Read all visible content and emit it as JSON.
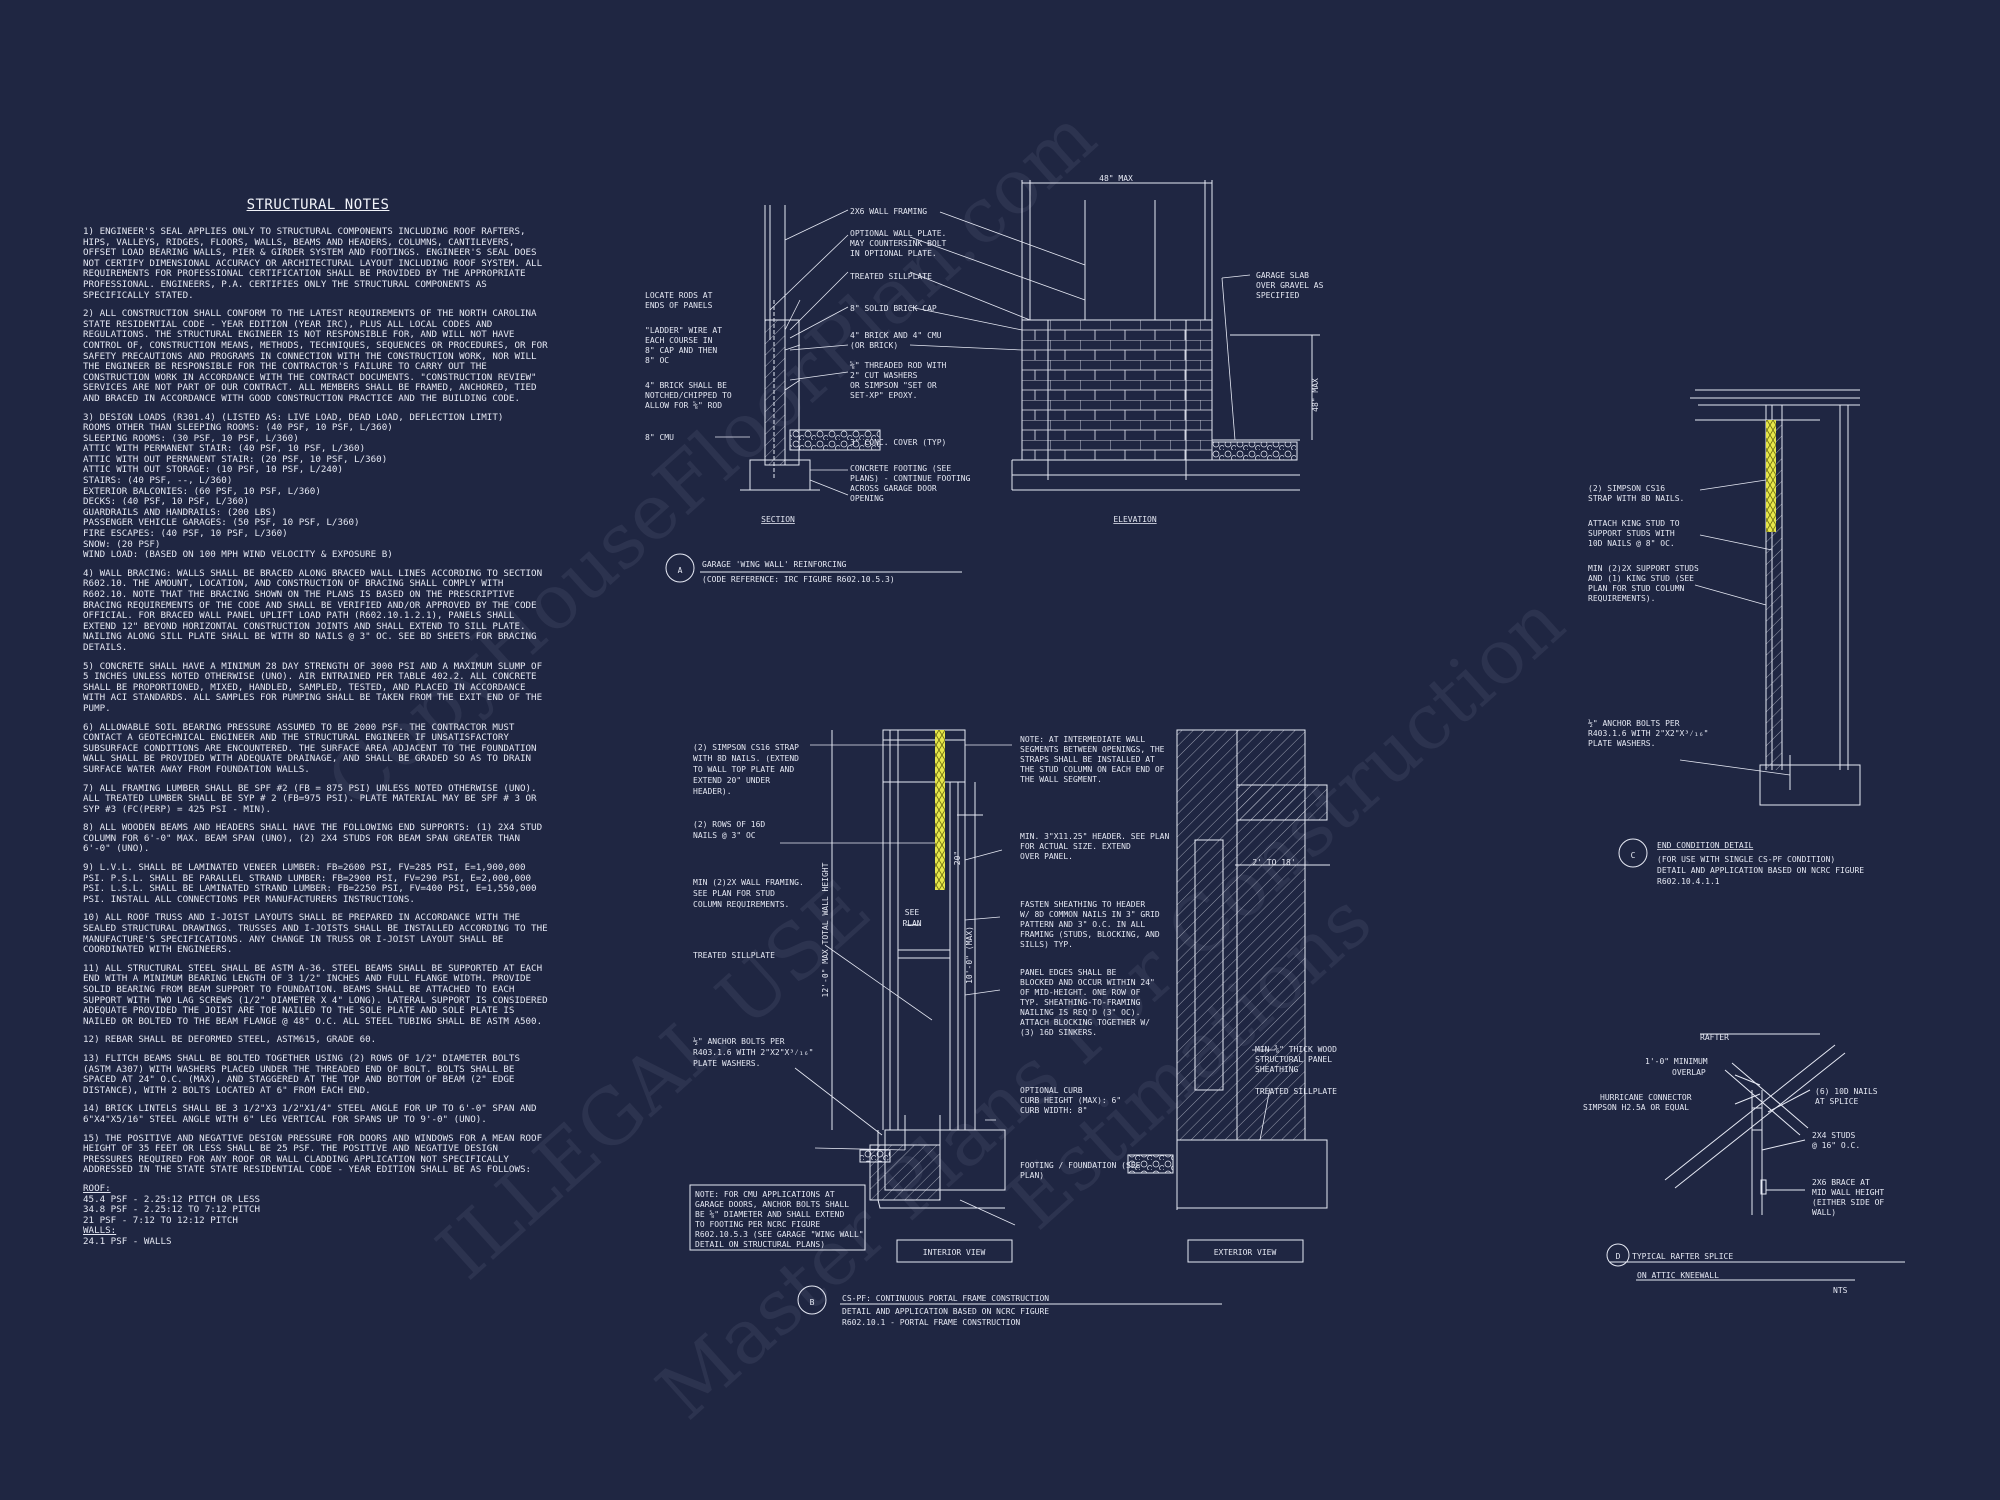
{
  "colors": {
    "background": "#1f2642",
    "line": "#e6e9f4",
    "highlight": "#e6e64a",
    "watermark": "rgba(210,215,235,0.075)"
  },
  "watermarks": [
    "CopyHouseFloorPlan.com",
    "ILLEGAL USE",
    "Master Plans For Construction",
    "Estimations"
  ],
  "notes": {
    "title": "STRUCTURAL NOTES",
    "items": [
      "1) ENGINEER'S SEAL APPLIES ONLY TO STRUCTURAL COMPONENTS INCLUDING ROOF RAFTERS, HIPS, VALLEYS, RIDGES, FLOORS, WALLS, BEAMS AND HEADERS, COLUMNS, CANTILEVERS, OFFSET LOAD BEARING WALLS, PIER & GIRDER SYSTEM AND FOOTINGS. ENGINEER'S SEAL DOES NOT CERTIFY DIMENSIONAL ACCURACY OR ARCHITECTURAL LAYOUT INCLUDING ROOF SYSTEM. ALL REQUIREMENTS FOR PROFESSIONAL CERTIFICATION SHALL BE PROVIDED BY THE APPROPRIATE PROFESSIONAL. ENGINEERS, P.A. CERTIFIES ONLY THE STRUCTURAL COMPONENTS AS SPECIFICALLY STATED.",
      "2) ALL CONSTRUCTION SHALL CONFORM TO THE LATEST REQUIREMENTS OF THE NORTH CAROLINA STATE RESIDENTIAL CODE - YEAR EDITION (YEAR IRC), PLUS ALL LOCAL CODES AND REGULATIONS. THE STRUCTURAL ENGINEER IS NOT RESPONSIBLE FOR, AND WILL NOT HAVE CONTROL OF, CONSTRUCTION MEANS, METHODS, TECHNIQUES, SEQUENCES OR PROCEDURES, OR FOR SAFETY PRECAUTIONS AND PROGRAMS IN CONNECTION WITH THE CONSTRUCTION WORK, NOR WILL THE ENGINEER BE RESPONSIBLE FOR THE CONTRACTOR'S FAILURE TO CARRY OUT THE CONSTRUCTION WORK IN ACCORDANCE WITH THE CONTRACT DOCUMENTS. \"CONSTRUCTION REVIEW\" SERVICES ARE NOT PART OF OUR CONTRACT. ALL MEMBERS SHALL BE FRAMED, ANCHORED, TIED AND BRACED IN ACCORDANCE WITH GOOD CONSTRUCTION PRACTICE AND THE BUILDING CODE.",
      "3) DESIGN LOADS (R301.4) (LISTED AS: LIVE LOAD, DEAD LOAD, DEFLECTION LIMIT)\nROOMS OTHER THAN SLEEPING ROOMS: (40 PSF, 10 PSF, L/360)\nSLEEPING ROOMS: (30 PSF, 10 PSF, L/360)\nATTIC WITH PERMANENT STAIR: (40 PSF, 10 PSF, L/360)\nATTIC WITH OUT PERMANENT STAIR: (20 PSF, 10 PSF, L/360)\nATTIC WITH OUT STORAGE: (10 PSF, 10 PSF, L/240)\nSTAIRS: (40 PSF, --, L/360)\nEXTERIOR BALCONIES: (60 PSF, 10 PSF, L/360)\nDECKS: (40 PSF, 10 PSF, L/360)\nGUARDRAILS AND HANDRAILS: (200 LBS)\nPASSENGER VEHICLE GARAGES: (50 PSF, 10 PSF, L/360)\nFIRE ESCAPES: (40 PSF, 10 PSF, L/360)\nSNOW: (20       PSF)\nWIND LOAD: (BASED ON 100 MPH WIND VELOCITY & EXPOSURE B)",
      "4) WALL BRACING: WALLS SHALL BE BRACED ALONG BRACED WALL LINES ACCORDING TO SECTION R602.10. THE AMOUNT, LOCATION, AND CONSTRUCTION OF BRACING SHALL COMPLY WITH R602.10. NOTE THAT THE BRACING SHOWN ON THE PLANS IS BASED ON THE PRESCRIPTIVE BRACING REQUIREMENTS OF THE CODE AND SHALL BE VERIFIED AND/OR APPROVED BY THE CODE OFFICIAL. FOR BRACED WALL PANEL UPLIFT LOAD PATH (R602.10.1.2.1), PANELS SHALL EXTEND 12\" BEYOND HORIZONTAL CONSTRUCTION JOINTS AND SHALL EXTEND TO SILL PLATE. NAILING ALONG SILL PLATE SHALL BE WITH 8d NAILS @ 3\" OC. SEE BD SHEETS FOR BRACING DETAILS.",
      "5) CONCRETE SHALL HAVE A MINIMUM 28 DAY STRENGTH OF 3000 PSI AND A MAXIMUM SLUMP OF 5 INCHES UNLESS NOTED OTHERWISE (UNO). AIR ENTRAINED PER TABLE 402.2. ALL CONCRETE SHALL BE PROPORTIONED, MIXED, HANDLED, SAMPLED, TESTED, AND PLACED IN ACCORDANCE WITH ACI STANDARDS. ALL SAMPLES FOR PUMPING SHALL BE TAKEN FROM THE EXIT END OF THE PUMP.",
      "6) ALLOWABLE SOIL BEARING PRESSURE ASSUMED TO BE 2000 PSF. THE CONTRACTOR MUST CONTACT A GEOTECHNICAL ENGINEER AND THE STRUCTURAL ENGINEER IF UNSATISFACTORY SUBSURFACE CONDITIONS ARE ENCOUNTERED. THE SURFACE AREA ADJACENT TO THE FOUNDATION WALL SHALL BE PROVIDED WITH ADEQUATE DRAINAGE, AND SHALL BE GRADED SO AS TO DRAIN SURFACE WATER AWAY FROM FOUNDATION WALLS.",
      "7) ALL FRAMING LUMBER SHALL BE SPF #2 (Fb = 875 PSI) UNLESS NOTED OTHERWISE (UNO). ALL TREATED LUMBER SHALL BE SYP # 2 (Fb=975 PSI). PLATE MATERIAL MAY BE SPF # 3 OR SYP #3 (Fc(perp) = 425 PSI - MIN).",
      "8) ALL WOODEN BEAMS AND HEADERS SHALL HAVE THE FOLLOWING END SUPPORTS: (1) 2x4 STUD COLUMN FOR 6'-0\" MAX. BEAM SPAN (UNO), (2) 2X4 STUDS FOR BEAM SPAN GREATER THAN 6'-0\" (UNO).",
      "9) L.V.L. SHALL BE LAMINATED VENEER LUMBER: Fb=2600 PSI, Fv=285 PSI, E=1,900,000 PSI. P.S.L. SHALL BE PARALLEL STRAND LUMBER: Fb=2900 PSI, Fv=290 PSI, E=2,000,000 PSI. L.S.L. SHALL BE LAMINATED STRAND LUMBER: Fb=2250 PSI, Fv=400 PSI, E=1,550,000 PSI. INSTALL ALL CONNECTIONS PER MANUFACTURERS INSTRUCTIONS.",
      "10) ALL ROOF TRUSS AND I-JOIST LAYOUTS SHALL BE PREPARED IN ACCORDANCE WITH THE SEALED STRUCTURAL DRAWINGS. TRUSSES AND I-JOISTS SHALL BE INSTALLED ACCORDING TO THE MANUFACTURE'S SPECIFICATIONS. ANY CHANGE IN TRUSS OR I-JOIST LAYOUT SHALL BE COORDINATED WITH ENGINEERS.",
      "11) ALL STRUCTURAL STEEL SHALL BE ASTM A-36. STEEL BEAMS SHALL BE SUPPORTED AT EACH END WITH A MINIMUM BEARING LENGTH OF 3 1/2\" INCHES AND FULL FLANGE WIDTH. PROVIDE SOLID BEARING FROM BEAM SUPPORT TO FOUNDATION. BEAMS SHALL BE ATTACHED TO EACH SUPPORT WITH TWO LAG SCREWS (1/2\" DIAMETER x 4\" LONG). LATERAL SUPPORT IS CONSIDERED ADEQUATE PROVIDED THE JOIST ARE TOE NAILED TO THE SOLE PLATE AND SOLE PLATE IS NAILED OR BOLTED TO THE BEAM FLANGE @ 48\" O.C. ALL STEEL TUBING SHALL BE ASTM A500.",
      "12) REBAR SHALL BE DEFORMED STEEL, ASTM615, GRADE 60.",
      "13) FLITCH BEAMS SHALL BE BOLTED TOGETHER USING (2) ROWS OF 1/2\" DIAMETER BOLTS (ASTM A307) WITH WASHERS PLACED UNDER THE THREADED END OF BOLT. BOLTS SHALL BE SPACED AT 24\" O.C. (MAX), AND STAGGERED AT THE TOP AND BOTTOM OF BEAM (2\" EDGE DISTANCE), WITH 2 BOLTS LOCATED AT 6\" FROM EACH END.",
      "14) BRICK LINTELS SHALL BE 3 1/2\"x3 1/2\"x1/4\" STEEL ANGLE FOR UP TO 6'-0\" SPAN AND 6\"x4\"x5/16\" STEEL ANGLE WITH 6\" LEG VERTICAL FOR SPANS UP TO 9'-0\" (UNO).",
      "15) THE POSITIVE AND NEGATIVE DESIGN PRESSURE FOR DOORS AND WINDOWS FOR A MEAN ROOF HEIGHT OF 35 FEET OR LESS SHALL BE 25 PSF. THE POSITIVE AND NEGATIVE DESIGN PRESSURES REQUIRED FOR ANY ROOF OR WALL CLADDING APPLICATION NOT SPECIFICALLY ADDRESSED IN THE STATE STATE RESIDENTIAL CODE - YEAR EDITION SHALL BE AS FOLLOWS:"
    ],
    "roof_heading": "ROOF:",
    "roof_lines": [
      "45.4 PSF - 2.25:12 PITCH OR LESS",
      "34.8 PSF - 2.25:12 TO 7:12 PITCH",
      "21 PSF - 7:12 TO 12:12 PITCH"
    ],
    "walls_heading": "WALLS:",
    "walls_lines": [
      "24.1 PSF - WALLS"
    ]
  },
  "detail_a": {
    "dim_top": "48\" MAX",
    "dim_side": "48\" MAX",
    "section_label": "SECTION",
    "elevation_label": "ELEVATION",
    "callouts_left": [
      "LOCATE RODS AT",
      "ENDS OF PANELS",
      "\"LADDER\" WIRE AT",
      "EACH COURSE IN",
      "8\" CAP AND THEN",
      "8\" OC",
      "4\" BRICK SHALL BE",
      "NOTCHED/CHIPPED TO",
      "ALLOW FOR ⅝\" ROD",
      "8\" CMU"
    ],
    "callouts_mid": [
      "2x6 WALL FRAMING",
      "OPTIONAL WALL PLATE.",
      "MAY COUNTERSINK BOLT",
      "IN OPTIONAL PLATE.",
      "TREATED SILLPLATE",
      "8\" SOLID BRICK CAP",
      "4\" BRICK AND 4\" CMU",
      "(OR BRICK)",
      "⅝\" THREADED ROD WITH",
      "2\" CUT WASHERS",
      "OR SIMPSON \"SET OR",
      "SET-XP\" EPOXY.",
      "3\" CONC. COVER (TYP)",
      "CONCRETE FOOTING (SEE",
      "PLANS) - CONTINUE FOOTING",
      "ACROSS GARAGE DOOR",
      "OPENING"
    ],
    "callouts_right": [
      "GARAGE SLAB",
      "OVER GRAVEL AS",
      "SPECIFIED"
    ],
    "tag": "A",
    "title": "GARAGE 'WING WALL' REINFORCING",
    "subtitle": "(CODE REFERENCE: IRC FIGURE R602.10.5.3)"
  },
  "detail_b": {
    "callouts_left": [
      "(2) SIMPSON CS16 STRAP",
      "WITH 8d NAILS. (EXTEND",
      "TO WALL TOP PLATE AND",
      "EXTEND 20\" UNDER",
      "HEADER).",
      "(2) ROWS OF 16d",
      "NAILS @ 3\" OC",
      "MIN (2)2X WALL FRAMING.",
      "SEE PLAN FOR STUD",
      "COLUMN REQUIREMENTS.",
      "TREATED SILLPLATE",
      "½\" ANCHOR BOLTS PER",
      "R403.1.6 WITH 2\"x2\"x³⁄₁₆\"",
      "PLATE WASHERS."
    ],
    "note_box": [
      "NOTE: FOR CMU APPLICATIONS AT",
      "GARAGE DOORS, ANCHOR BOLTS SHALL",
      "BE ⅝\" DIAMETER AND SHALL EXTEND",
      "TO FOOTING PER NCRC FIGURE",
      "R602.10.5.3 (SEE GARAGE \"WING WALL\"",
      "DETAIL ON STRUCTURAL PLANS)"
    ],
    "callouts_mid": [
      "NOTE: AT INTERMEDIATE WALL",
      "SEGMENTS BETWEEN OPENINGS, THE",
      "STRAPS SHALL BE INSTALLED AT",
      "THE STUD COLUMN ON EACH END OF",
      "THE WALL SEGMENT.",
      "MIN. 3\"X11.25\" HEADER. SEE PLAN",
      "FOR ACTUAL SIZE. EXTEND",
      "OVER PANEL.",
      "FASTEN SHEATHING TO HEADER",
      "W/ 8d COMMON NAILS IN 3\" GRID",
      "PATTERN AND 3\" O.C. IN ALL",
      "FRAMING (STUDS, BLOCKING, AND",
      "SILLS) TYP.",
      "PANEL EDGES SHALL BE",
      "BLOCKED AND OCCUR WITHIN 24\"",
      "OF MID-HEIGHT. ONE ROW OF",
      "TYP. SHEATHING-TO-FRAMING",
      "NAILING IS REQ'D (3\" OC).",
      "ATTACH BLOCKING TOGETHER W/",
      "(3) 16d SINKERS.",
      "OPTIONAL CURB",
      "CURB HEIGHT (MAX): 6\"",
      "CURB WIDTH: 8\"",
      "FOOTING / FOUNDATION (SEE",
      "PLAN)"
    ],
    "callouts_right": [
      "MIN ⅜\" THICK WOOD",
      "STRUCTURAL PANEL",
      "SHEATHING",
      "TREATED SILLPLATE"
    ],
    "dims": {
      "total_height": "12'-0\" MAX TOTAL WALL HEIGHT",
      "wall_height": "10'-0\" (MAX)",
      "strap_extend": "20\"",
      "see_plan": "SEE",
      "see_plan2": "PLAN",
      "width": "2' TO 18'"
    },
    "interior_label": "INTERIOR VIEW",
    "exterior_label": "EXTERIOR VIEW",
    "tag": "B",
    "title": "CS-PF: CONTINUOUS PORTAL FRAME CONSTRUCTION",
    "subtitle1": "DETAIL AND APPLICATION BASED ON NCRC FIGURE",
    "subtitle2": "R602.10.1 - PORTAL FRAME CONSTRUCTION"
  },
  "detail_c": {
    "callouts": [
      "(2) SIMPSON CS16",
      "STRAP WITH 8d NAILS.",
      "ATTACH KING STUD TO",
      "SUPPORT STUDS WITH",
      "10d NAILS @ 8\" OC.",
      "MIN (2)2X SUPPORT STUDS",
      "AND (1) KING STUD (SEE",
      "PLAN FOR STUD COLUMN",
      "REQUIREMENTS).",
      "½\" ANCHOR BOLTS PER",
      "R403.1.6 WITH 2\"x2\"x³⁄₁₆\"",
      "PLATE WASHERS."
    ],
    "tag": "C",
    "title": "END CONDITION DETAIL",
    "subtitle1": "(FOR USE WITH SINGLE CS-PF CONDITION)",
    "subtitle2": "DETAIL AND APPLICATION BASED ON NCRC FIGURE",
    "subtitle3": "R602.10.4.1.1"
  },
  "detail_d": {
    "callouts": [
      "RAFTER",
      "1'-0\" MINIMUM",
      "OVERLAP",
      "HURRICANE CONNECTOR",
      "SIMPSON H2.5A OR EQUAL",
      "(6) 10d NAILS",
      "AT SPLICE",
      "2x4 STUDS",
      "@ 16\" O.C.",
      "2x6 BRACE AT",
      "MID WALL HEIGHT",
      "(EITHER SIDE OF",
      "WALL)"
    ],
    "tag": "D",
    "title1": "TYPICAL RAFTER SPLICE",
    "title2": "ON ATTIC KNEEWALL",
    "scale": "NTS"
  }
}
